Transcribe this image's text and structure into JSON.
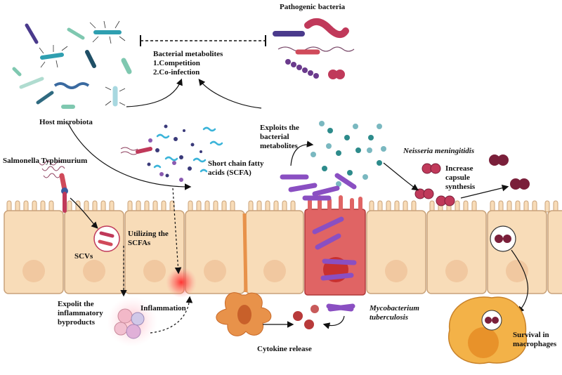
{
  "labels": {
    "pathogenic_bacteria": "Pathogenic bacteria",
    "bacterial_metabolites": "Bacterial metabolites",
    "competition": "1.Competition",
    "coinfection": "2.Co-infection",
    "host_microbiota": "Host microbiota",
    "salmonella": "Salmonella Typhimurium",
    "scfa_line1": "Short chain fatty",
    "scfa_line2": "acids (SCFA)",
    "exploits_line1": "Exploits the",
    "exploits_line2": "bacterial",
    "exploits_line3": "metabolites",
    "neisseria": "Neisseria meningitidis",
    "capsule_line1": "Increase",
    "capsule_line2": "capsule",
    "capsule_line3": "synthesis",
    "scvs": "SCVs",
    "utilizing_line1": "Utilizing the",
    "utilizing_line2": "SCFAs",
    "exploit_line1": "Expolit the",
    "exploit_line2": "inflammatory",
    "exploit_line3": "byproducts",
    "inflammation": "Inflammation",
    "mycobacterium_line1": "Mycobacterium",
    "mycobacterium_line2": "tuberculosis",
    "cytokine_release": "Cytokine release",
    "survival_line1": "Survival in",
    "survival_line2": "macrophages"
  },
  "colors": {
    "cell_fill": "#f8dcb8",
    "cell_stroke": "#c9a27a",
    "nucleus": "#f1c8a0",
    "infected_cell": "#e06464",
    "pathogen_red": "#c0395a",
    "mycobacterium": "#8a4fc2",
    "microbiota_teal": "#3a8fa0",
    "scfa_cyan": "#3bb4d9",
    "metabolite_teal": "#2d8b8b",
    "dendritic": "#e8924a"
  },
  "icons": [
    "microbiota-icon",
    "pathogen-icon",
    "salmonella-icon",
    "neisseria-icon",
    "mycobacterium-icon",
    "macrophage-icon",
    "dendritic-cell-icon",
    "epithelium-icon"
  ]
}
